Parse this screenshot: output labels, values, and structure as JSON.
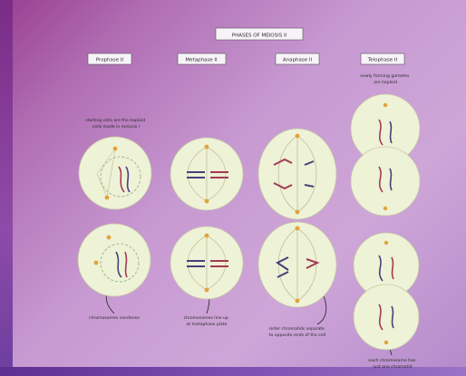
{
  "title": "PHASES OF MEIOSIS II",
  "phases": [
    {
      "label": "Prophase II"
    },
    {
      "label": "Metaphase II"
    },
    {
      "label": "Anaphase II"
    },
    {
      "label": "Telophase II"
    }
  ],
  "annotations": {
    "prophase_top": [
      "starting cells are the haploid",
      "cells made in meiosis I"
    ],
    "prophase_bottom": [
      "chromosomes condense"
    ],
    "metaphase_bottom": [
      "chromosomes line up",
      "at metaphase plate"
    ],
    "anaphase_bottom": [
      "sister chromatids separate",
      "to opposite ends of the cell"
    ],
    "telophase_top": [
      "newly forming gametes",
      "are haploid"
    ],
    "telophase_bottom": [
      "each chromosome has",
      "just one chromatid"
    ]
  },
  "colors": {
    "cell_fill": "#eef2d6",
    "cell_stroke": "#c7c9a6",
    "chromosome_red": "#a33a55",
    "chromosome_blue": "#45407a",
    "centrosome": "#e2a23a",
    "spindle": "#b9b08a",
    "nuclear_envelope": "#89b07a"
  },
  "icons": [
    "centrosome-icon",
    "chromosome-icon",
    "annotation-arrow-icon"
  ]
}
